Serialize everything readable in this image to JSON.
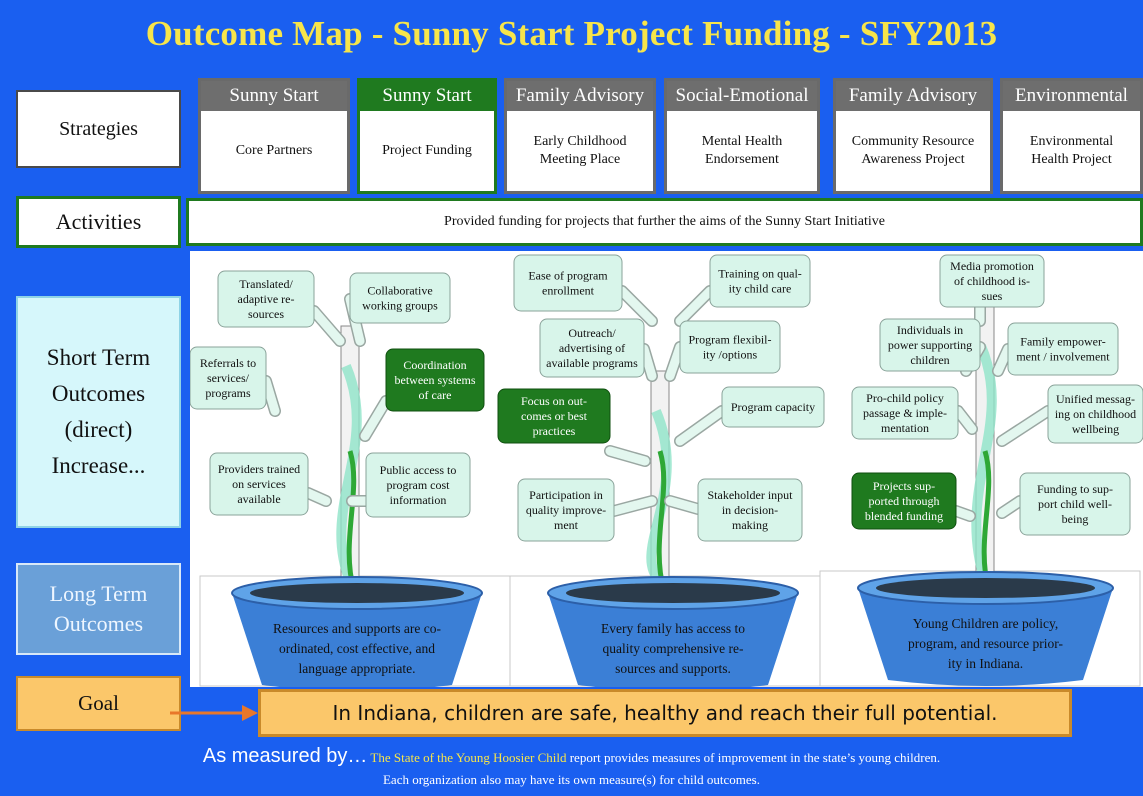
{
  "title": "Outcome Map - Sunny Start Project Funding - SFY2013",
  "row_labels": {
    "strategies": "Strategies",
    "activities": "Activities",
    "short_term": [
      "Short Term",
      "Outcomes",
      "(direct)",
      "Increase..."
    ],
    "long_term": [
      "Long Term",
      "Outcomes"
    ],
    "goal": "Goal"
  },
  "strategies": [
    {
      "header": "Sunny Start",
      "body": "Core Partners",
      "selected": false
    },
    {
      "header": "Sunny Start",
      "body": "Project Funding",
      "selected": true
    },
    {
      "header": "Family Advisory",
      "body": "Early Childhood\nMeeting Place",
      "selected": false
    },
    {
      "header": "Social-Emotional",
      "body": "Mental Health\nEndorsement",
      "selected": false
    },
    {
      "header": "Family Advisory",
      "body": "Community Resource\nAwareness Project",
      "selected": false
    },
    {
      "header": "Environmental",
      "body": "Environmental\nHealth Project",
      "selected": false
    }
  ],
  "activities": "Provided funding for projects that further the aims of the Sunny Start Initiative",
  "plants": [
    {
      "pot_text": [
        "Resources and supports are co-",
        "ordinated, cost effective, and",
        "language appropriate."
      ],
      "leaves": [
        {
          "lines": [
            "Translated/",
            "adaptive re-",
            "sources"
          ],
          "highlight": false
        },
        {
          "lines": [
            "Collaborative",
            "working groups"
          ],
          "highlight": false
        },
        {
          "lines": [
            "Referrals to",
            "services/",
            "programs"
          ],
          "highlight": false
        },
        {
          "lines": [
            "Coordination",
            "between systems",
            "of care"
          ],
          "highlight": true
        },
        {
          "lines": [
            "Providers trained",
            "on services",
            "available"
          ],
          "highlight": false
        },
        {
          "lines": [
            "Public access to",
            "program cost",
            "information"
          ],
          "highlight": false
        }
      ]
    },
    {
      "pot_text": [
        "Every family has access to",
        "quality comprehensive re-",
        "sources and supports."
      ],
      "leaves": [
        {
          "lines": [
            "Ease of program",
            "enrollment"
          ],
          "highlight": false
        },
        {
          "lines": [
            "Training on qual-",
            "ity child care"
          ],
          "highlight": false
        },
        {
          "lines": [
            "Outreach/",
            "advertising of",
            "available programs"
          ],
          "highlight": false
        },
        {
          "lines": [
            "Program flexibil-",
            "ity /options"
          ],
          "highlight": false
        },
        {
          "lines": [
            "Focus on out-",
            "comes or best",
            "practices"
          ],
          "highlight": true
        },
        {
          "lines": [
            "Program capacity"
          ],
          "highlight": false
        },
        {
          "lines": [
            "Participation in",
            "quality improve-",
            "ment"
          ],
          "highlight": false
        },
        {
          "lines": [
            "Stakeholder input",
            "in decision-",
            "making"
          ],
          "highlight": false
        }
      ]
    },
    {
      "pot_text": [
        "Young Children are policy,",
        "program, and resource prior-",
        "ity in Indiana."
      ],
      "leaves": [
        {
          "lines": [
            "Media promotion",
            "of childhood is-",
            "sues"
          ],
          "highlight": false
        },
        {
          "lines": [
            "Individuals in",
            "power supporting",
            "children"
          ],
          "highlight": false
        },
        {
          "lines": [
            "Family empower-",
            "ment / involvement"
          ],
          "highlight": false
        },
        {
          "lines": [
            "Pro-child policy",
            "passage & imple-",
            "mentation"
          ],
          "highlight": false
        },
        {
          "lines": [
            "Unified messag-",
            "ing on childhood",
            "wellbeing"
          ],
          "highlight": false
        },
        {
          "lines": [
            "Projects sup-",
            "ported through",
            "blended funding"
          ],
          "highlight": true
        },
        {
          "lines": [
            "Funding to sup-",
            "port child well-",
            "being"
          ],
          "highlight": false
        }
      ]
    }
  ],
  "goal": "In Indiana, children are safe, healthy and reach their full potential.",
  "measured": {
    "lead": "As measured by…",
    "report_name": "The State of the Young Hoosier Child",
    "line1_rest": "report provides measures of improvement in the state’s young children.",
    "line2": "Each organization also may have its own measure(s) for child outcomes."
  },
  "colors": {
    "background": "#1a5ff0",
    "title": "#f7e54a",
    "highlight_green": "#1f7a1f",
    "leaf_fill": "#d8f5ea",
    "goal_fill": "#fbc76a",
    "pot_blue": "#3b7fd6"
  }
}
